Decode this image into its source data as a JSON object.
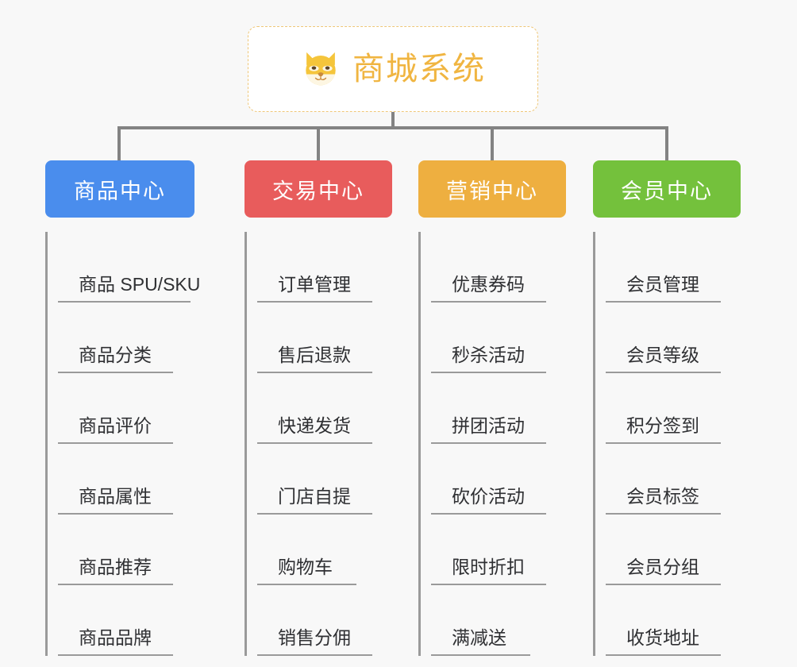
{
  "diagram": {
    "type": "org-chart",
    "background_color": "#f8f8f8",
    "connector_color": "#838383",
    "root": {
      "title": "商城系统",
      "icon": "shiba-dog-face-icon",
      "text_color": "#f0b541",
      "border_color": "#efc778",
      "background_color": "#ffffff"
    },
    "branches": [
      {
        "label": "商品中心",
        "color": "#4a8ded",
        "items": [
          "商品 SPU/SKU",
          "商品分类",
          "商品评价",
          "商品属性",
          "商品推荐",
          "商品品牌"
        ]
      },
      {
        "label": "交易中心",
        "color": "#e85c5c",
        "items": [
          "订单管理",
          "售后退款",
          "快递发货",
          "门店自提",
          "购物车",
          "销售分佣"
        ]
      },
      {
        "label": "营销中心",
        "color": "#eeaf40",
        "items": [
          "优惠券码",
          "秒杀活动",
          "拼团活动",
          "砍价活动",
          "限时折扣",
          "满减送"
        ]
      },
      {
        "label": "会员中心",
        "color": "#74c13c",
        "items": [
          "会员管理",
          "会员等级",
          "积分签到",
          "会员标签",
          "会员分组",
          "收货地址"
        ]
      }
    ]
  }
}
